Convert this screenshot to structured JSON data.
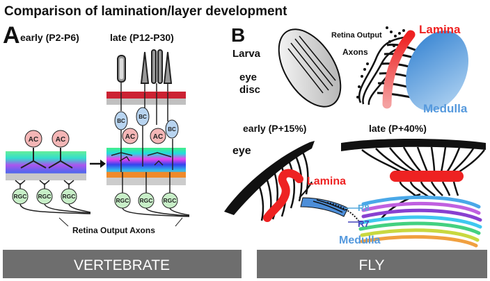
{
  "title": "Comparison of lamination/layer development",
  "panel_a": {
    "letter": "A",
    "early_label": "early (P2-P6)",
    "late_label": "late (P12-P30)",
    "ac": "AC",
    "bc": "BC",
    "rgc": "RGC",
    "axons_label": "Retina Output Axons",
    "footer": "VERTEBRATE"
  },
  "panel_b": {
    "letter": "B",
    "larva": "Larva",
    "eye_disc_line1": "eye",
    "eye_disc_line2": "disc",
    "retina_output_line1": "Retina Output",
    "retina_output_line2": "Axons",
    "lamina": "Lamina",
    "medulla": "Medulla",
    "early_label": "early (P+15%)",
    "late_label": "late (P+40%)",
    "eye": "eye",
    "r8": "R8",
    "r7": "R7",
    "footer": "FLY"
  },
  "colors": {
    "lamina_red": "#ee2222",
    "medulla_blue": "#5599dd",
    "cell_red": "#f4b6b6",
    "cell_blue": "#b8d4f0",
    "cell_green": "#c8efc8",
    "footer_gray": "#6e6e6e",
    "r8_label": "#55aadd",
    "r7_label": "#4444bb"
  }
}
